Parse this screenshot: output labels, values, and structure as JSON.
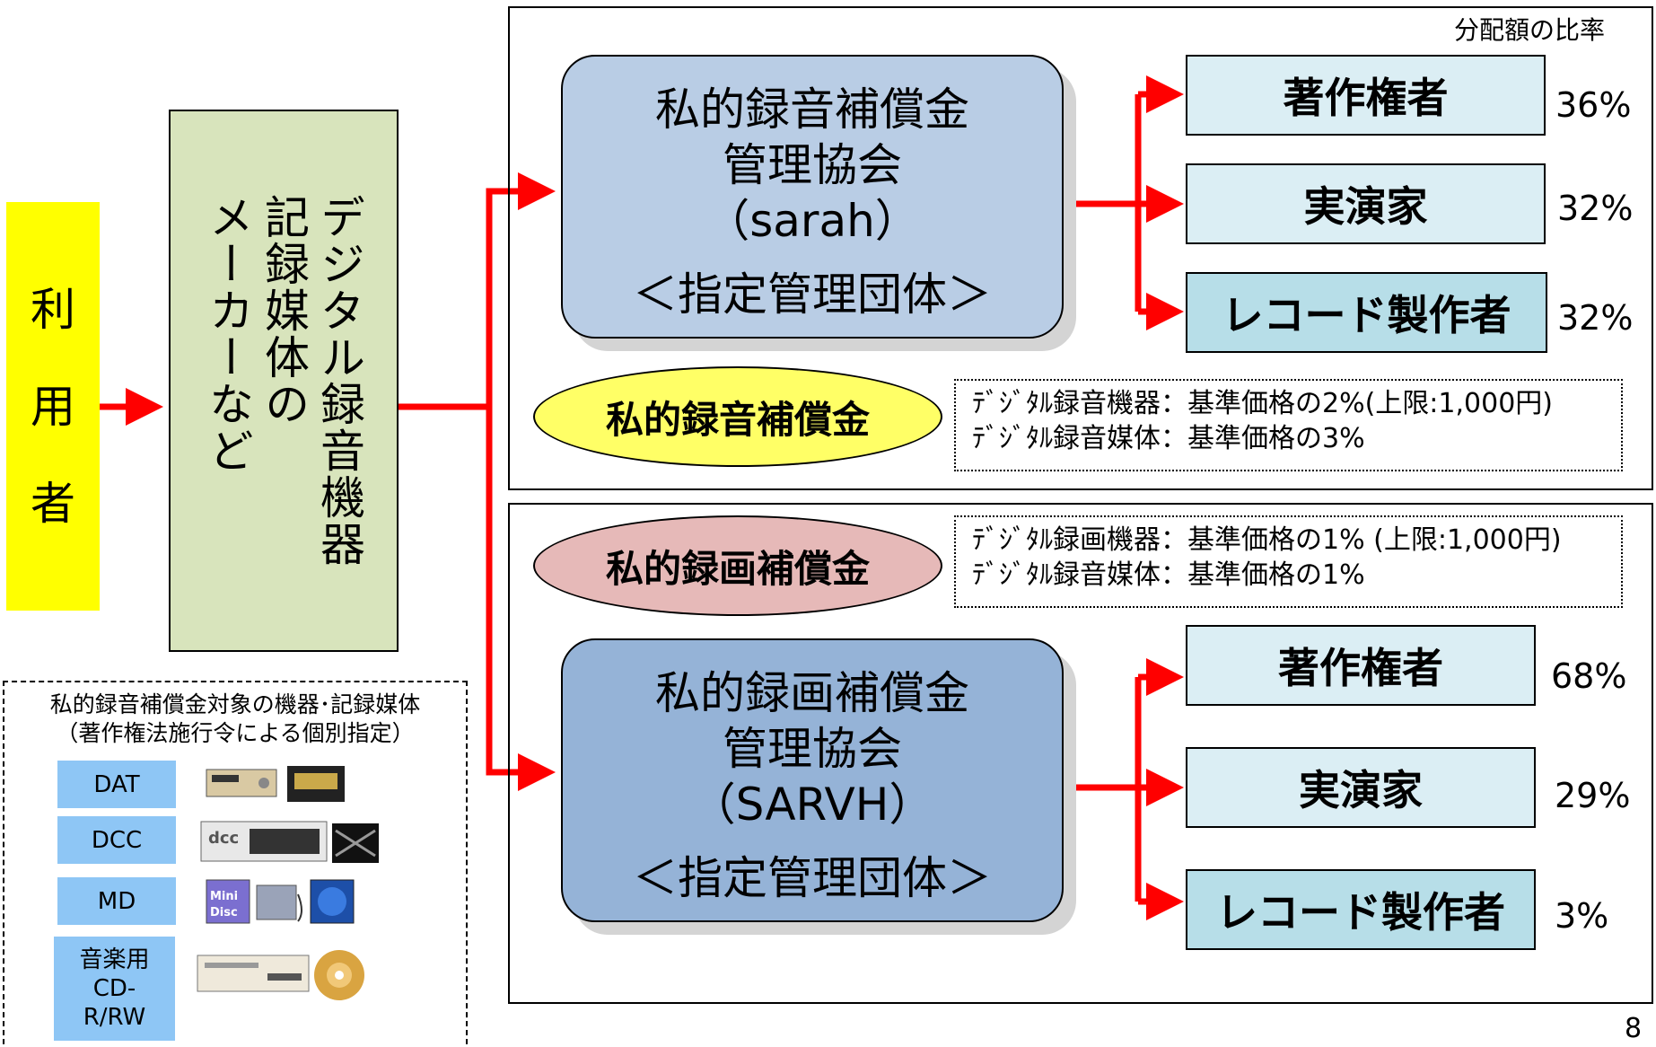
{
  "user": {
    "chars": [
      "利",
      "用",
      "者"
    ]
  },
  "maker": {
    "label": "デジタル録音機器\n記録媒体の\nメーカーなど"
  },
  "ratio_label": "分配額の比率",
  "sarah": {
    "name_line1": "私的録音補償金",
    "name_line2": "管理協会",
    "name_line3": "（sarah）",
    "designation": "＜指定管理団体＞",
    "distribution": [
      {
        "label": "著作権者",
        "percent": "36%"
      },
      {
        "label": "実演家",
        "percent": "32%"
      },
      {
        "label": "レコード製作者",
        "percent": "32%"
      }
    ]
  },
  "sarvh": {
    "name_line1": "私的録画補償金",
    "name_line2": "管理協会",
    "name_line3": "（SARVH）",
    "designation": "＜指定管理団体＞",
    "distribution": [
      {
        "label": "著作権者",
        "percent": "68%"
      },
      {
        "label": "実演家",
        "percent": "29%"
      },
      {
        "label": "レコード製作者",
        "percent": "3%"
      }
    ]
  },
  "audio_comp": {
    "label": "私的録音補償金",
    "rate_line1": "ﾃﾞｼﾞﾀﾙ録音機器：基準価格の2%(上限:1,000円)",
    "rate_line2": "ﾃﾞｼﾞﾀﾙ録音媒体：基準価格の3%"
  },
  "video_comp": {
    "label": "私的録画補償金",
    "rate_line1": "ﾃﾞｼﾞﾀﾙ録画機器：基準価格の1% (上限:1,000円)",
    "rate_line2": "ﾃﾞｼﾞﾀﾙ録音媒体：基準価格の1%"
  },
  "legend": {
    "title_line1": "私的録音補償金対象の機器･記録媒体",
    "title_line2": "（著作権法施行令による個別指定）",
    "items": [
      {
        "label": "DAT"
      },
      {
        "label": "DCC"
      },
      {
        "label": "MD"
      },
      {
        "label": "音楽用\nCD-\nR/RW"
      }
    ]
  },
  "page_number": "8",
  "colors": {
    "arrow": "#ff0000",
    "user_bg": "#ffff00",
    "maker_bg": "#d8e4bc",
    "sarah_bg": "#b9cde5",
    "sarvh_bg": "#95b3d7",
    "audio_oval": "#ffff66",
    "video_oval": "#e6b9b8"
  }
}
